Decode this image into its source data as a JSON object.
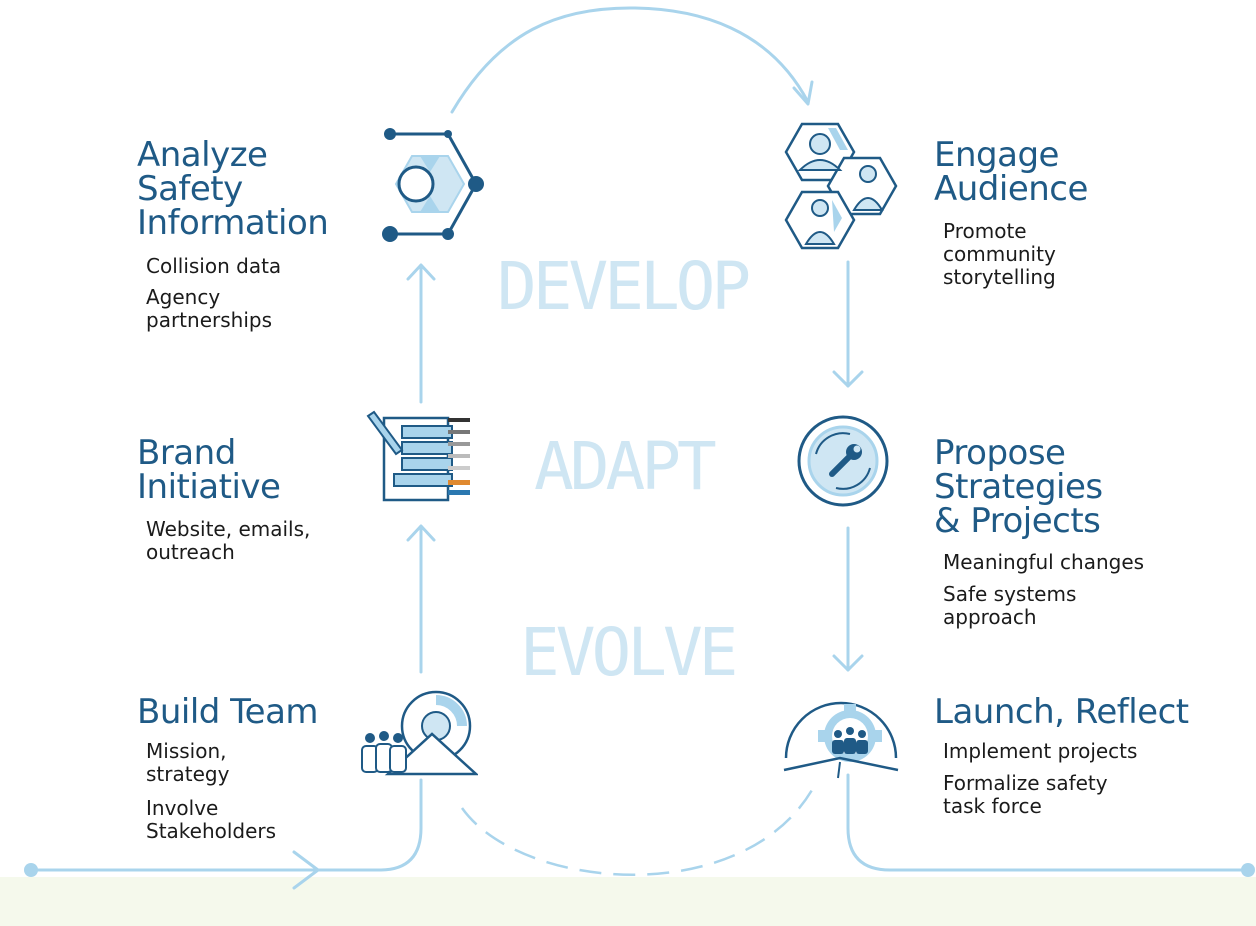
{
  "cycle_words": {
    "develop": "DEVELOP",
    "adapt": "ADAPT",
    "evolve": "EVOLVE"
  },
  "steps": {
    "analyze": {
      "title": "Analyze\nSafety\nInformation",
      "items": [
        "Collision data",
        "Agency\npartnerships"
      ],
      "icon": "data-network-hexagon-icon"
    },
    "brand": {
      "title": "Brand\nInitiative",
      "items": [
        "Website, emails,\noutreach"
      ],
      "icon": "documents-pen-icon"
    },
    "build": {
      "title": "Build Team",
      "items": [
        "Mission,\nstrategy",
        "Involve\nStakeholders"
      ],
      "icon": "team-target-icon"
    },
    "engage": {
      "title": "Engage\nAudience",
      "items": [
        "Promote\ncommunity\nstorytelling"
      ],
      "icon": "people-hexagons-icon"
    },
    "propose": {
      "title": "Propose\nStrategies\n& Projects",
      "items": [
        "Meaningful changes",
        "Safe systems\napproach"
      ],
      "icon": "wrench-cycle-icon"
    },
    "launch": {
      "title": "Launch, Reflect",
      "items": [
        "Implement projects",
        "Formalize safety\ntask force"
      ],
      "icon": "team-gear-road-icon"
    }
  },
  "colors": {
    "title": "#1f5a86",
    "line": "#a9d4ec",
    "cycle_text": "#cfe6f3",
    "ground": "#f5f9ec",
    "accent_orange": "#e0892f"
  }
}
